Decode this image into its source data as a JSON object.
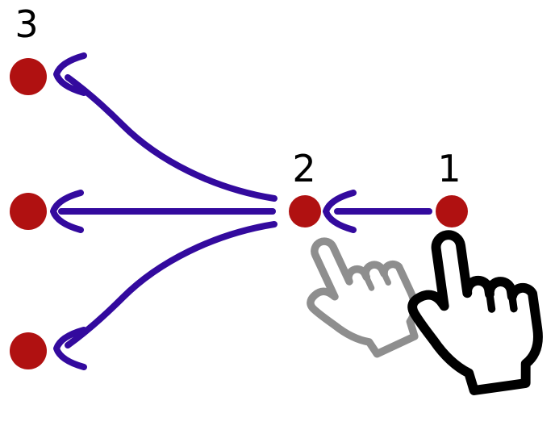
{
  "labels": {
    "node1": "1",
    "node2": "2",
    "node3": "3"
  },
  "colors": {
    "dot": "#b01111",
    "arrow": "#330a9e",
    "hand_gray": "#8e8e8e",
    "hand_black": "#000000",
    "label": "#000000",
    "background": "#ffffff"
  },
  "icons": {
    "gray_cursor": "hand-pointer-icon",
    "black_cursor": "hand-pointer-icon"
  }
}
